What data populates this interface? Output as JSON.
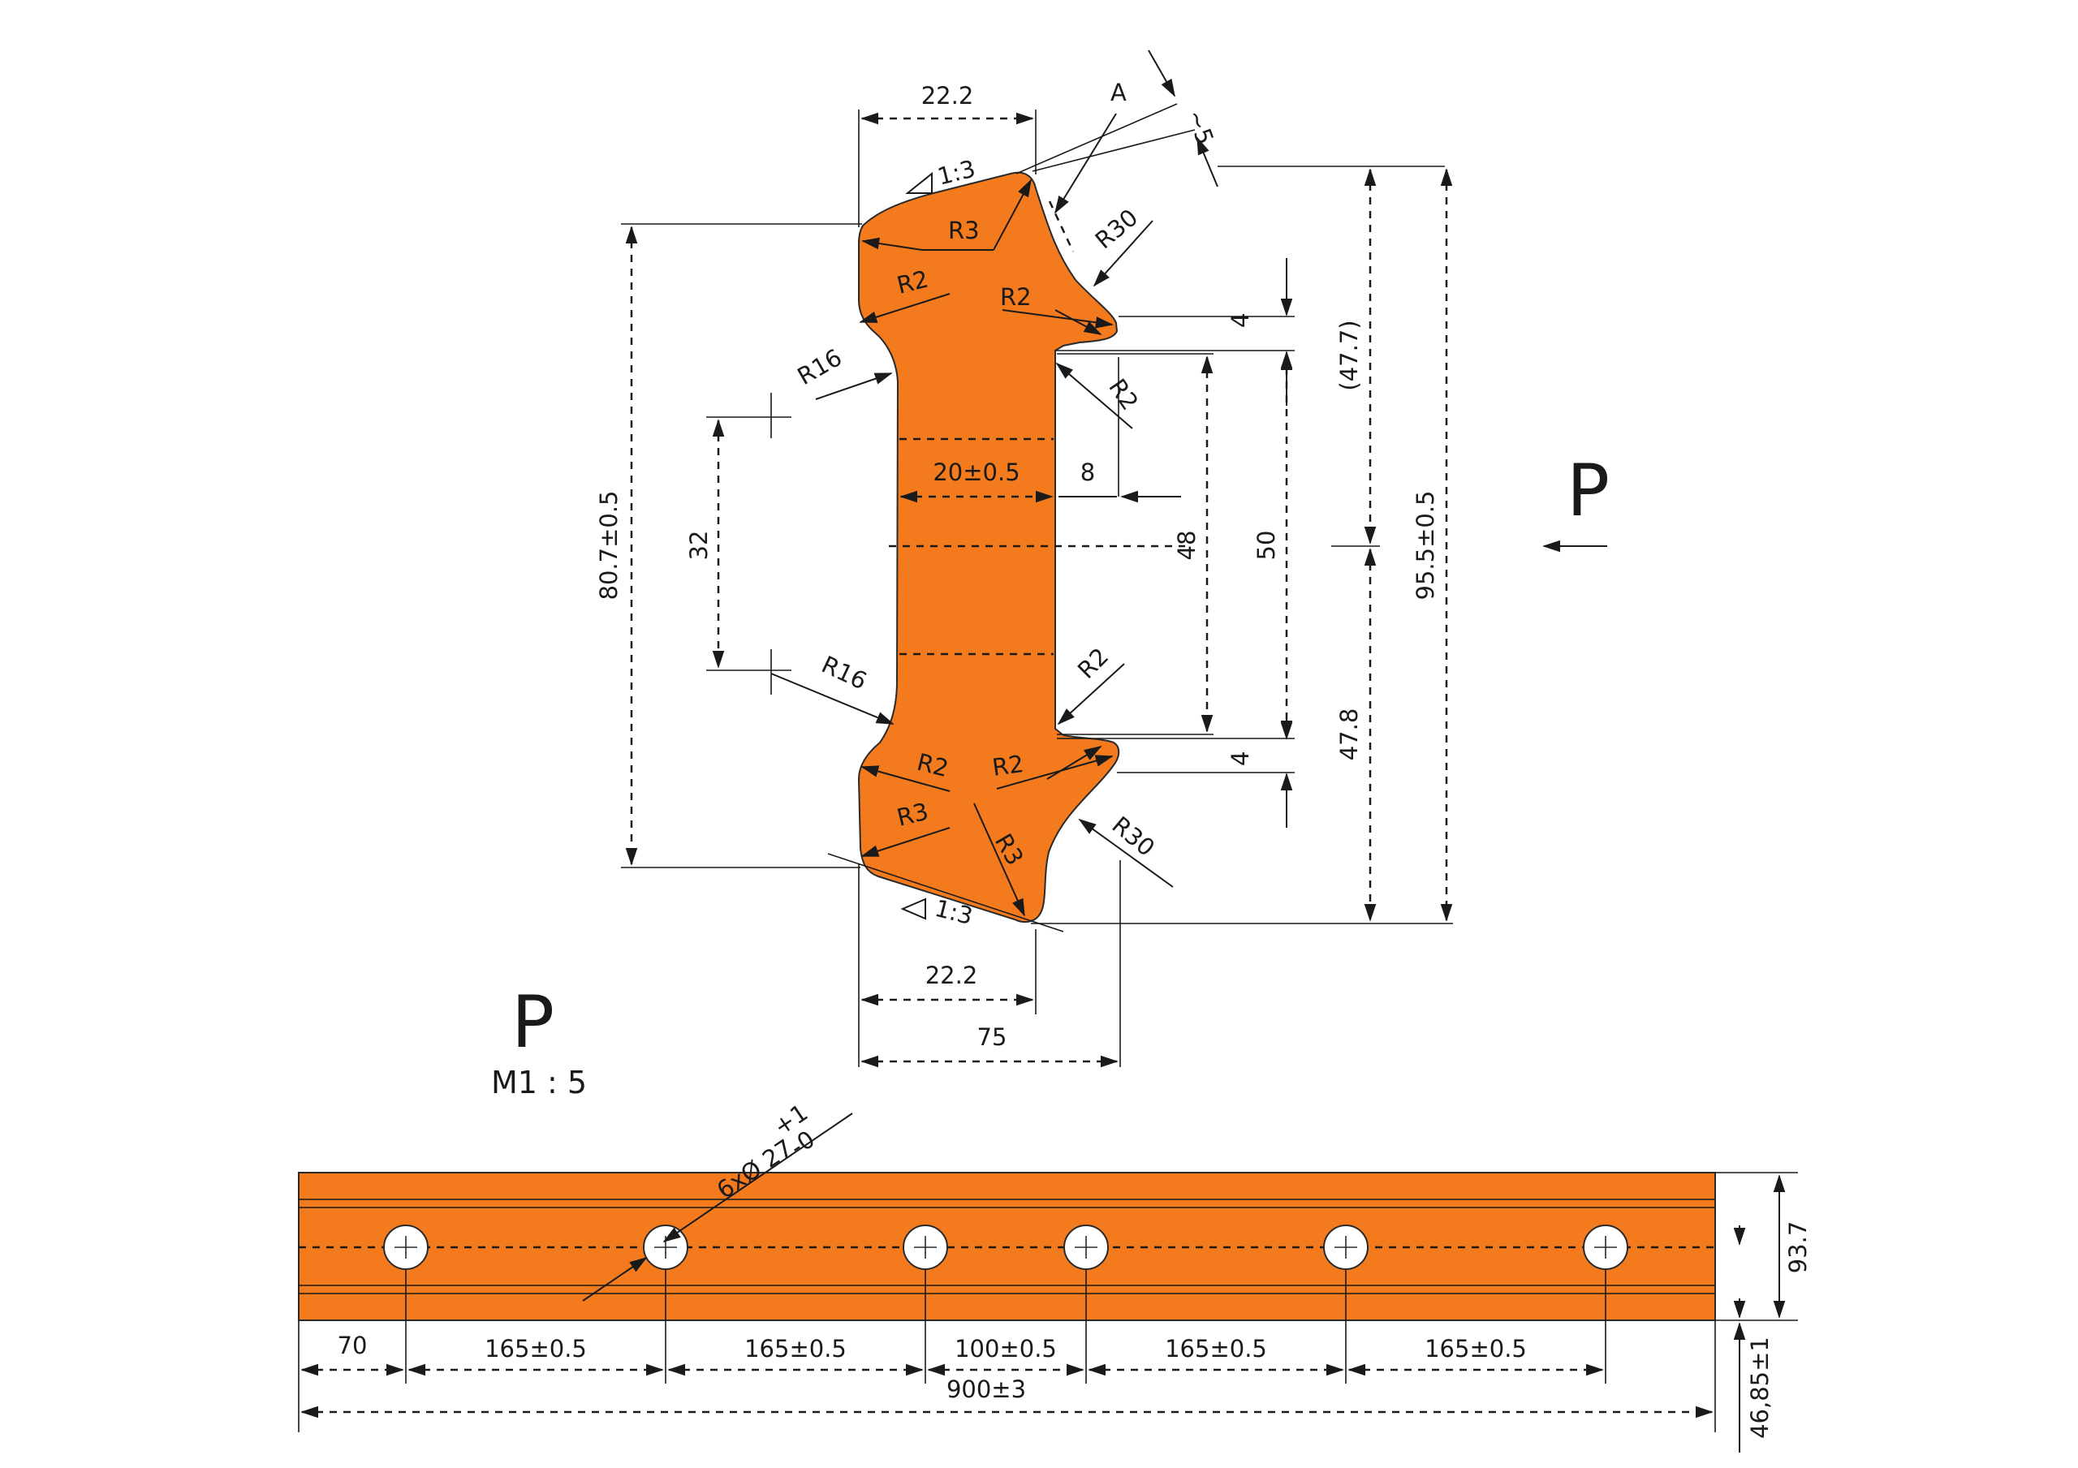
{
  "colors": {
    "profile_fill": "#f47a1e",
    "line": "#1a1a1a",
    "background": "#ffffff"
  },
  "section": {
    "dims": {
      "top_width": "22.2",
      "bottom_width": "22.2",
      "base_width": "75",
      "web_thickness": "20±0.5",
      "web_offset": "8",
      "height_total": "95.5±0.5",
      "height_inner": "80.7±0.5",
      "height_upper": "(47.7)",
      "height_lower": "47.8",
      "fishing_50": "50",
      "fishing_48": "48",
      "web_32": "32",
      "lip_top": "4",
      "lip_bottom": "4",
      "chamfer_small": "~5",
      "point_label": "A"
    },
    "slopes": {
      "top": "1:3",
      "bottom": "1:3"
    },
    "radii": {
      "r3_top": "R3",
      "r2_left_top": "R2",
      "r2_right_top": "R2",
      "r30_top": "R30",
      "r16_top": "R16",
      "r2_web_top": "R2",
      "r16_bottom": "R16",
      "r2_web_bottom": "R2",
      "r2_left_bottom": "R2",
      "r2_right_bottom": "R2",
      "r3_left_bottom": "R3",
      "r3_right_bottom": "R3",
      "r30_bottom": "R30"
    },
    "view_marker": "P"
  },
  "view_p": {
    "title": "P",
    "scale": "M1 : 5",
    "holes_note": {
      "main": "6xØ 27",
      "upper": "+1",
      "lower": "-0"
    },
    "spacings": [
      "70",
      "165±0.5",
      "165±0.5",
      "100±0.5",
      "165±0.5",
      "165±0.5"
    ],
    "overall_length": "900±3",
    "height": "93.7",
    "hole_height": "46,85±1"
  }
}
